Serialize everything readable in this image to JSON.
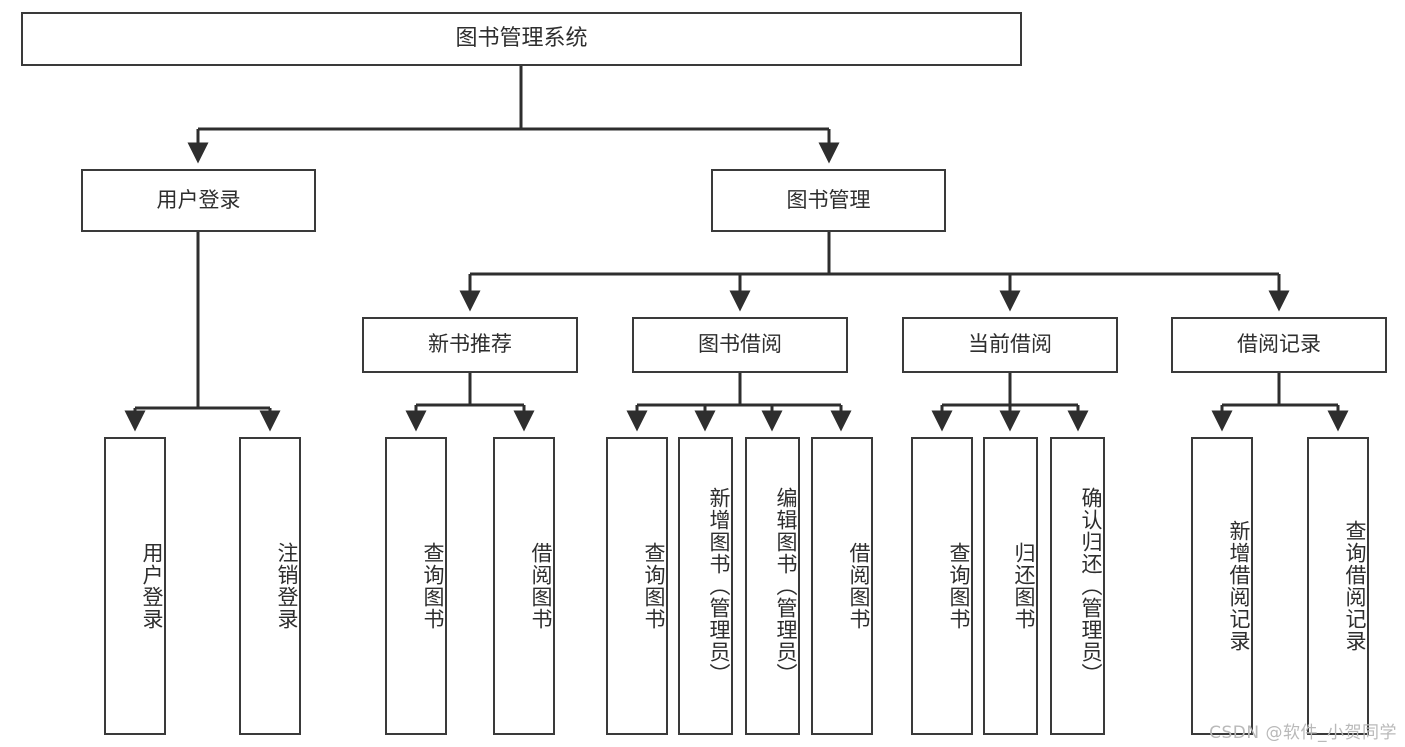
{
  "diagram": {
    "title": "图书管理系统",
    "type": "tree-hierarchy",
    "watermark": "CSDN @软件_小贺同学",
    "colors": {
      "box_border": "#3a3a3a",
      "box_fill": "#ffffff",
      "connector": "#2e2e2e",
      "text": "#2e2e2e",
      "watermark": "#b9b9b9",
      "background": "#ffffff"
    },
    "levels": {
      "root": {
        "label": "图书管理系统"
      },
      "level2": [
        {
          "label": "用户登录"
        },
        {
          "label": "图书管理"
        }
      ],
      "level3": [
        {
          "label": "新书推荐"
        },
        {
          "label": "图书借阅"
        },
        {
          "label": "当前借阅"
        },
        {
          "label": "借阅记录"
        }
      ],
      "leaves": {
        "user_login": [
          {
            "label": "用户登录"
          },
          {
            "label": "注销登录"
          }
        ],
        "new_book_recommend": [
          {
            "label": "查询图书"
          },
          {
            "label": "借阅图书"
          }
        ],
        "book_borrow": [
          {
            "label": "查询图书"
          },
          {
            "label": "新增图书（管理员）"
          },
          {
            "label": "编辑图书（管理员）"
          },
          {
            "label": "借阅图书"
          }
        ],
        "current_borrow": [
          {
            "label": "查询图书"
          },
          {
            "label": "归还图书"
          },
          {
            "label": "确认归还（管理员）"
          }
        ],
        "borrow_record": [
          {
            "label": "新增借阅记录"
          },
          {
            "label": "查询借阅记录"
          }
        ]
      }
    }
  }
}
